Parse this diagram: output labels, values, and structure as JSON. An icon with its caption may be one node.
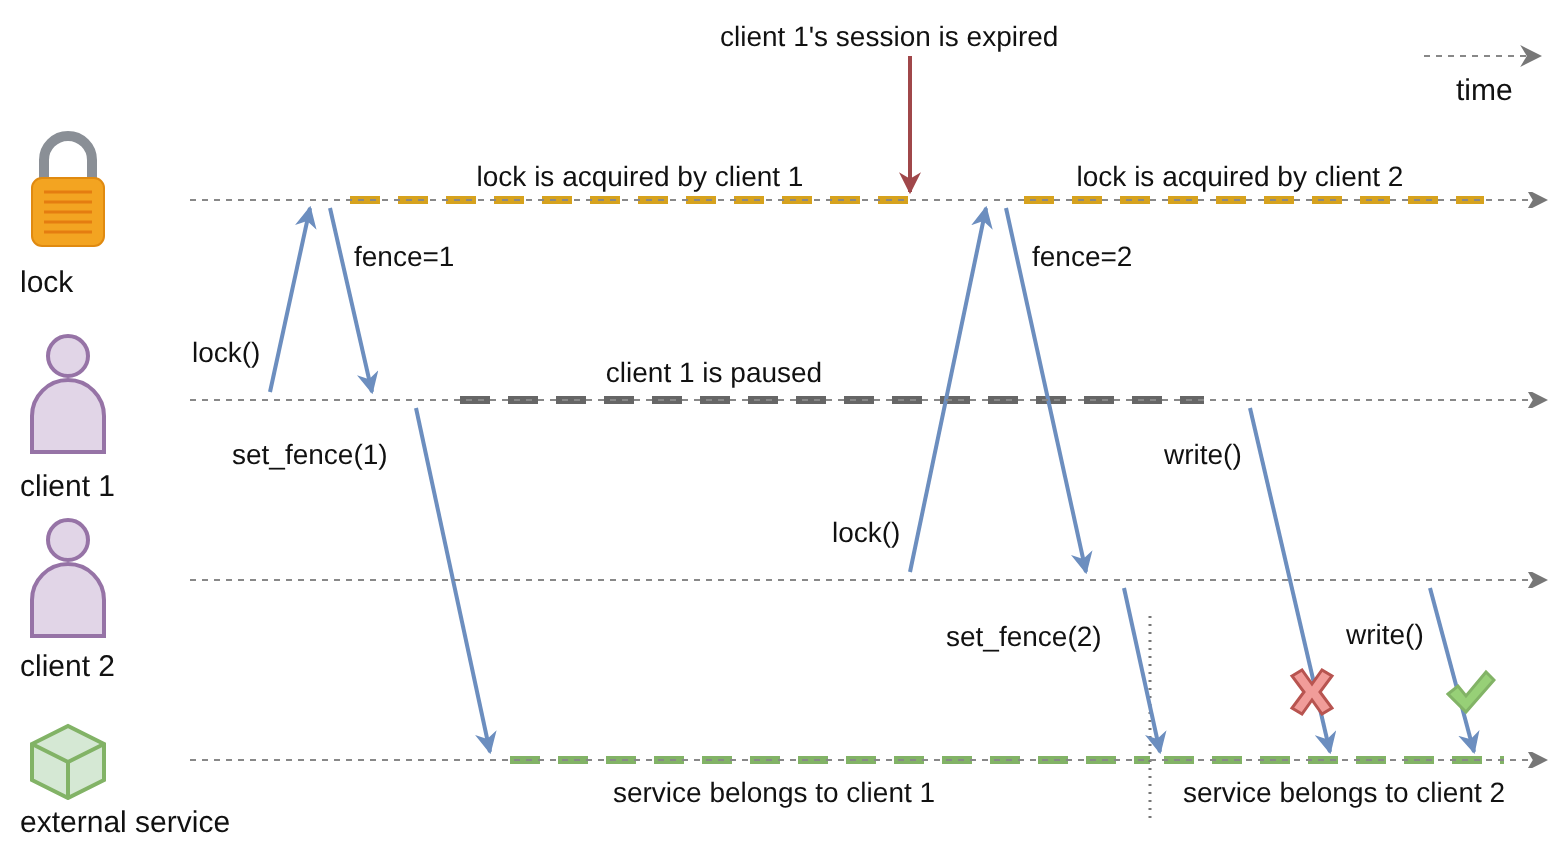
{
  "diagram": {
    "nodes": [
      {
        "text": [
          "lock"
        ]
      },
      {
        "text": [
          "client 1"
        ]
      },
      {
        "text": [
          "client 2"
        ]
      },
      {
        "text": [
          "external service"
        ]
      },
      {
        "text": [],
        "shape": "line",
        "beside": [
          "lock is acquired by client 1",
          "lock is acquired by client 2"
        ]
      },
      {
        "text": [],
        "shape": "line",
        "beside": [
          "client 1 is paused"
        ]
      },
      {
        "text": [],
        "shape": "line"
      },
      {
        "text": [],
        "shape": "line",
        "beside": [
          "service belongs to client 1",
          "service belongs to client 2"
        ]
      },
      {
        "text": [
          "client 1's session is expired"
        ]
      }
    ],
    "edges": [
      {
        "from": 5,
        "to": 4,
        "arrow": "to",
        "label": "lock()"
      },
      {
        "from": 4,
        "to": 5,
        "arrow": "to",
        "label": "fence=1"
      },
      {
        "from": 5,
        "to": 7,
        "arrow": "to",
        "label": "set_fence(1)"
      },
      {
        "from": 6,
        "to": 4,
        "arrow": "to",
        "label": "lock()"
      },
      {
        "from": 4,
        "to": 6,
        "arrow": "to",
        "label": "fence=2"
      },
      {
        "from": 6,
        "to": 7,
        "arrow": "to",
        "label": "set_fence(2)"
      },
      {
        "from": 5,
        "to": 7,
        "arrow": "to",
        "label": "write()"
      },
      {
        "from": 6,
        "to": 7,
        "arrow": "to",
        "label": "write()"
      },
      {
        "from": 8,
        "to": 4,
        "arrow": "to",
        "color": "#a0474a"
      }
    ],
    "labels": [
      "time"
    ]
  }
}
